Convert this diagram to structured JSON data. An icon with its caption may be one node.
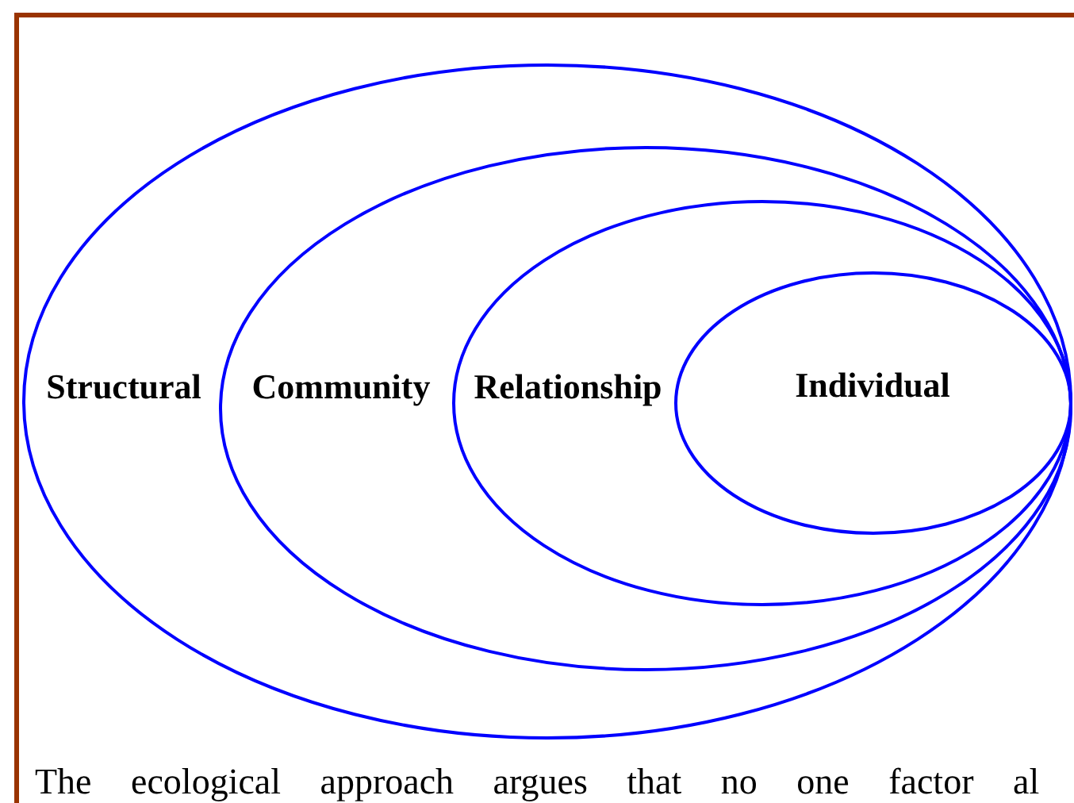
{
  "diagram": {
    "nodes": [
      {
        "text": [
          "Structural"
        ]
      },
      {
        "text": [
          "Community"
        ],
        "in": 0
      },
      {
        "text": [
          "Relationship"
        ],
        "in": 1
      },
      {
        "text": [
          "Individual"
        ],
        "in": 2
      }
    ],
    "labels": [
      "The ecological approach argues that no one factor al"
    ]
  }
}
